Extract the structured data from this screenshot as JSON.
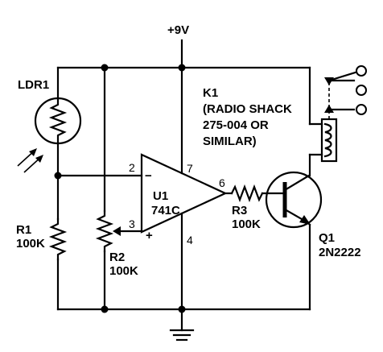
{
  "supply_label": "+9V",
  "ldr": {
    "ref": "LDR1"
  },
  "r1": {
    "ref": "R1",
    "value": "100K"
  },
  "r2": {
    "ref": "R2",
    "value": "100K"
  },
  "r3": {
    "ref": "R3",
    "value": "100K"
  },
  "u1": {
    "ref": "U1",
    "part": "741C",
    "pin_inv": "2",
    "pin_noninv": "3",
    "pin_vplus": "7",
    "pin_vminus": "4",
    "pin_out": "6",
    "sign_minus": "−",
    "sign_plus": "+"
  },
  "k1": {
    "line1": "K1",
    "line2": "(RADIO SHACK",
    "line3": "275-004 OR",
    "line4": "SIMILAR)"
  },
  "q1": {
    "ref": "Q1",
    "part": "2N2222"
  }
}
